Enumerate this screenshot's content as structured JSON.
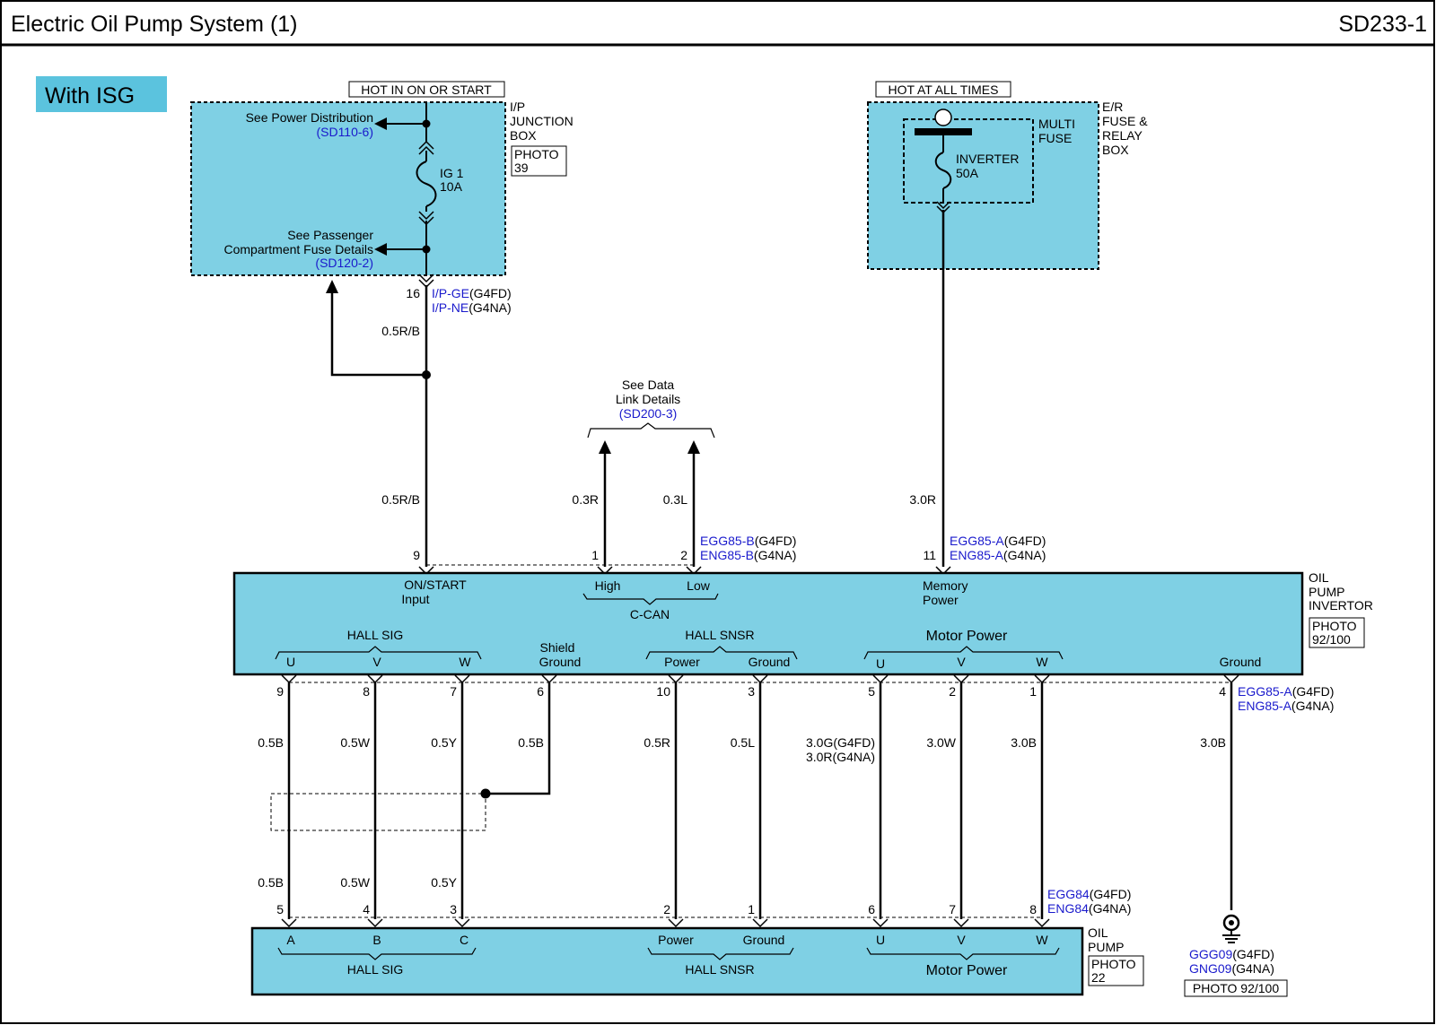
{
  "header": {
    "title": "Electric Oil Pump System (1)",
    "code": "SD233-1"
  },
  "variant_tag": "With ISG",
  "ip_junction_box": {
    "supply_label": "HOT IN ON OR START",
    "name_lines": [
      "I/P",
      "JUNCTION",
      "BOX"
    ],
    "photo_lines": [
      "PHOTO",
      "39"
    ],
    "power_dist_text": "See Power Distribution",
    "power_dist_ref": "(SD110-6)",
    "fuse_name": "IG 1",
    "fuse_rating": "10A",
    "passenger_lines": [
      "See Passenger",
      "Compartment Fuse Details"
    ],
    "passenger_ref": "(SD120-2)",
    "pin": "16",
    "conn_g4fd": "I/P-GE",
    "tag_g4fd": "(G4FD)",
    "conn_g4na": "I/P-NE",
    "tag_g4na": "(G4NA)"
  },
  "er_fuse_box": {
    "supply_label": "HOT AT ALL TIMES",
    "name_lines": [
      "E/R",
      "FUSE &",
      "RELAY",
      "BOX"
    ],
    "multi_fuse_lines": [
      "MULTI",
      "FUSE"
    ],
    "fuse_name": "INVERTER",
    "fuse_rating": "50A"
  },
  "data_link": {
    "lines": [
      "See Data",
      "Link Details"
    ],
    "ref": "(SD200-3)"
  },
  "inverter": {
    "name_lines": [
      "OIL",
      "PUMP",
      "INVERTOR"
    ],
    "photo_lines": [
      "PHOTO",
      "92/100"
    ],
    "top_conn": {
      "conn_g4fd": "EGG85-B",
      "tag_g4fd": "(G4FD)",
      "conn_g4na": "ENG85-B",
      "tag_g4na": "(G4NA)"
    },
    "power_conn": {
      "conn_g4fd": "EGG85-A",
      "tag_g4fd": "(G4FD)",
      "conn_g4na": "ENG85-A",
      "tag_g4na": "(G4NA)"
    },
    "bottom_conn": {
      "conn_g4fd": "EGG85-A",
      "tag_g4fd": "(G4FD)",
      "conn_g4na": "ENG85-A",
      "tag_g4na": "(G4NA)"
    },
    "labels": {
      "on_start": [
        "ON/START",
        "Input"
      ],
      "high": "High",
      "low": "Low",
      "c_can": "C-CAN",
      "memory_power": [
        "Memory",
        "Power"
      ],
      "hall_sig": "HALL SIG",
      "u": "U",
      "v": "V",
      "w": "W",
      "shield_ground": [
        "Shield",
        "Ground"
      ],
      "hall_snsr": "HALL SNSR",
      "power": "Power",
      "ground": "Ground",
      "motor_power": "Motor Power",
      "ground_right": "Ground"
    }
  },
  "oil_pump": {
    "name_lines": [
      "OIL",
      "PUMP"
    ],
    "photo_lines": [
      "PHOTO",
      "22"
    ],
    "conn": {
      "conn_g4fd": "EGG84",
      "tag_g4fd": "(G4FD)",
      "conn_g4na": "ENG84",
      "tag_g4na": "(G4NA)"
    },
    "labels": {
      "a": "A",
      "b": "B",
      "c": "C",
      "hall_sig": "HALL SIG",
      "power": "Power",
      "ground": "Ground",
      "hall_snsr": "HALL SNSR",
      "u": "U",
      "v": "V",
      "w": "W",
      "motor_power": "Motor Power"
    }
  },
  "ground_point": {
    "ref_g4fd": "GGG09",
    "tag_g4fd": "(G4FD)",
    "ref_g4na": "GNG09",
    "tag_g4na": "(G4NA)",
    "photo": "PHOTO 92/100"
  },
  "top_wires": {
    "ign_upper": "0.5R/B",
    "ign_lower": "0.5R/B",
    "can_high": "0.3R",
    "can_low": "0.3L",
    "memory": "3.0R",
    "pin_ign": "9",
    "pin_high": "1",
    "pin_low": "2",
    "pin_mem": "11"
  },
  "bottom_wires": [
    {
      "inv_pin": "9",
      "color": "0.5B",
      "pump_color": "0.5B",
      "pump_pin": "5"
    },
    {
      "inv_pin": "8",
      "color": "0.5W",
      "pump_color": "0.5W",
      "pump_pin": "4"
    },
    {
      "inv_pin": "7",
      "color": "0.5Y",
      "pump_color": "0.5Y",
      "pump_pin": "3"
    },
    {
      "inv_pin": "6",
      "color": "0.5B"
    },
    {
      "inv_pin": "10",
      "color": "0.5R",
      "pump_pin": "2"
    },
    {
      "inv_pin": "3",
      "color": "0.5L",
      "pump_pin": "1"
    },
    {
      "inv_pin": "5",
      "color_lines": [
        "3.0G(G4FD)",
        "3.0R(G4NA)"
      ],
      "pump_pin": "6"
    },
    {
      "inv_pin": "2",
      "color": "3.0W",
      "pump_pin": "7"
    },
    {
      "inv_pin": "1",
      "color": "3.0B",
      "pump_pin": "8"
    },
    {
      "inv_pin": "4",
      "color": "3.0B"
    }
  ],
  "colors": {
    "component_fill": "#7fd0e4",
    "tag_fill": "#5bc3de",
    "link_text": "#1a1acc",
    "wire": "#000000",
    "background": "#ffffff"
  }
}
